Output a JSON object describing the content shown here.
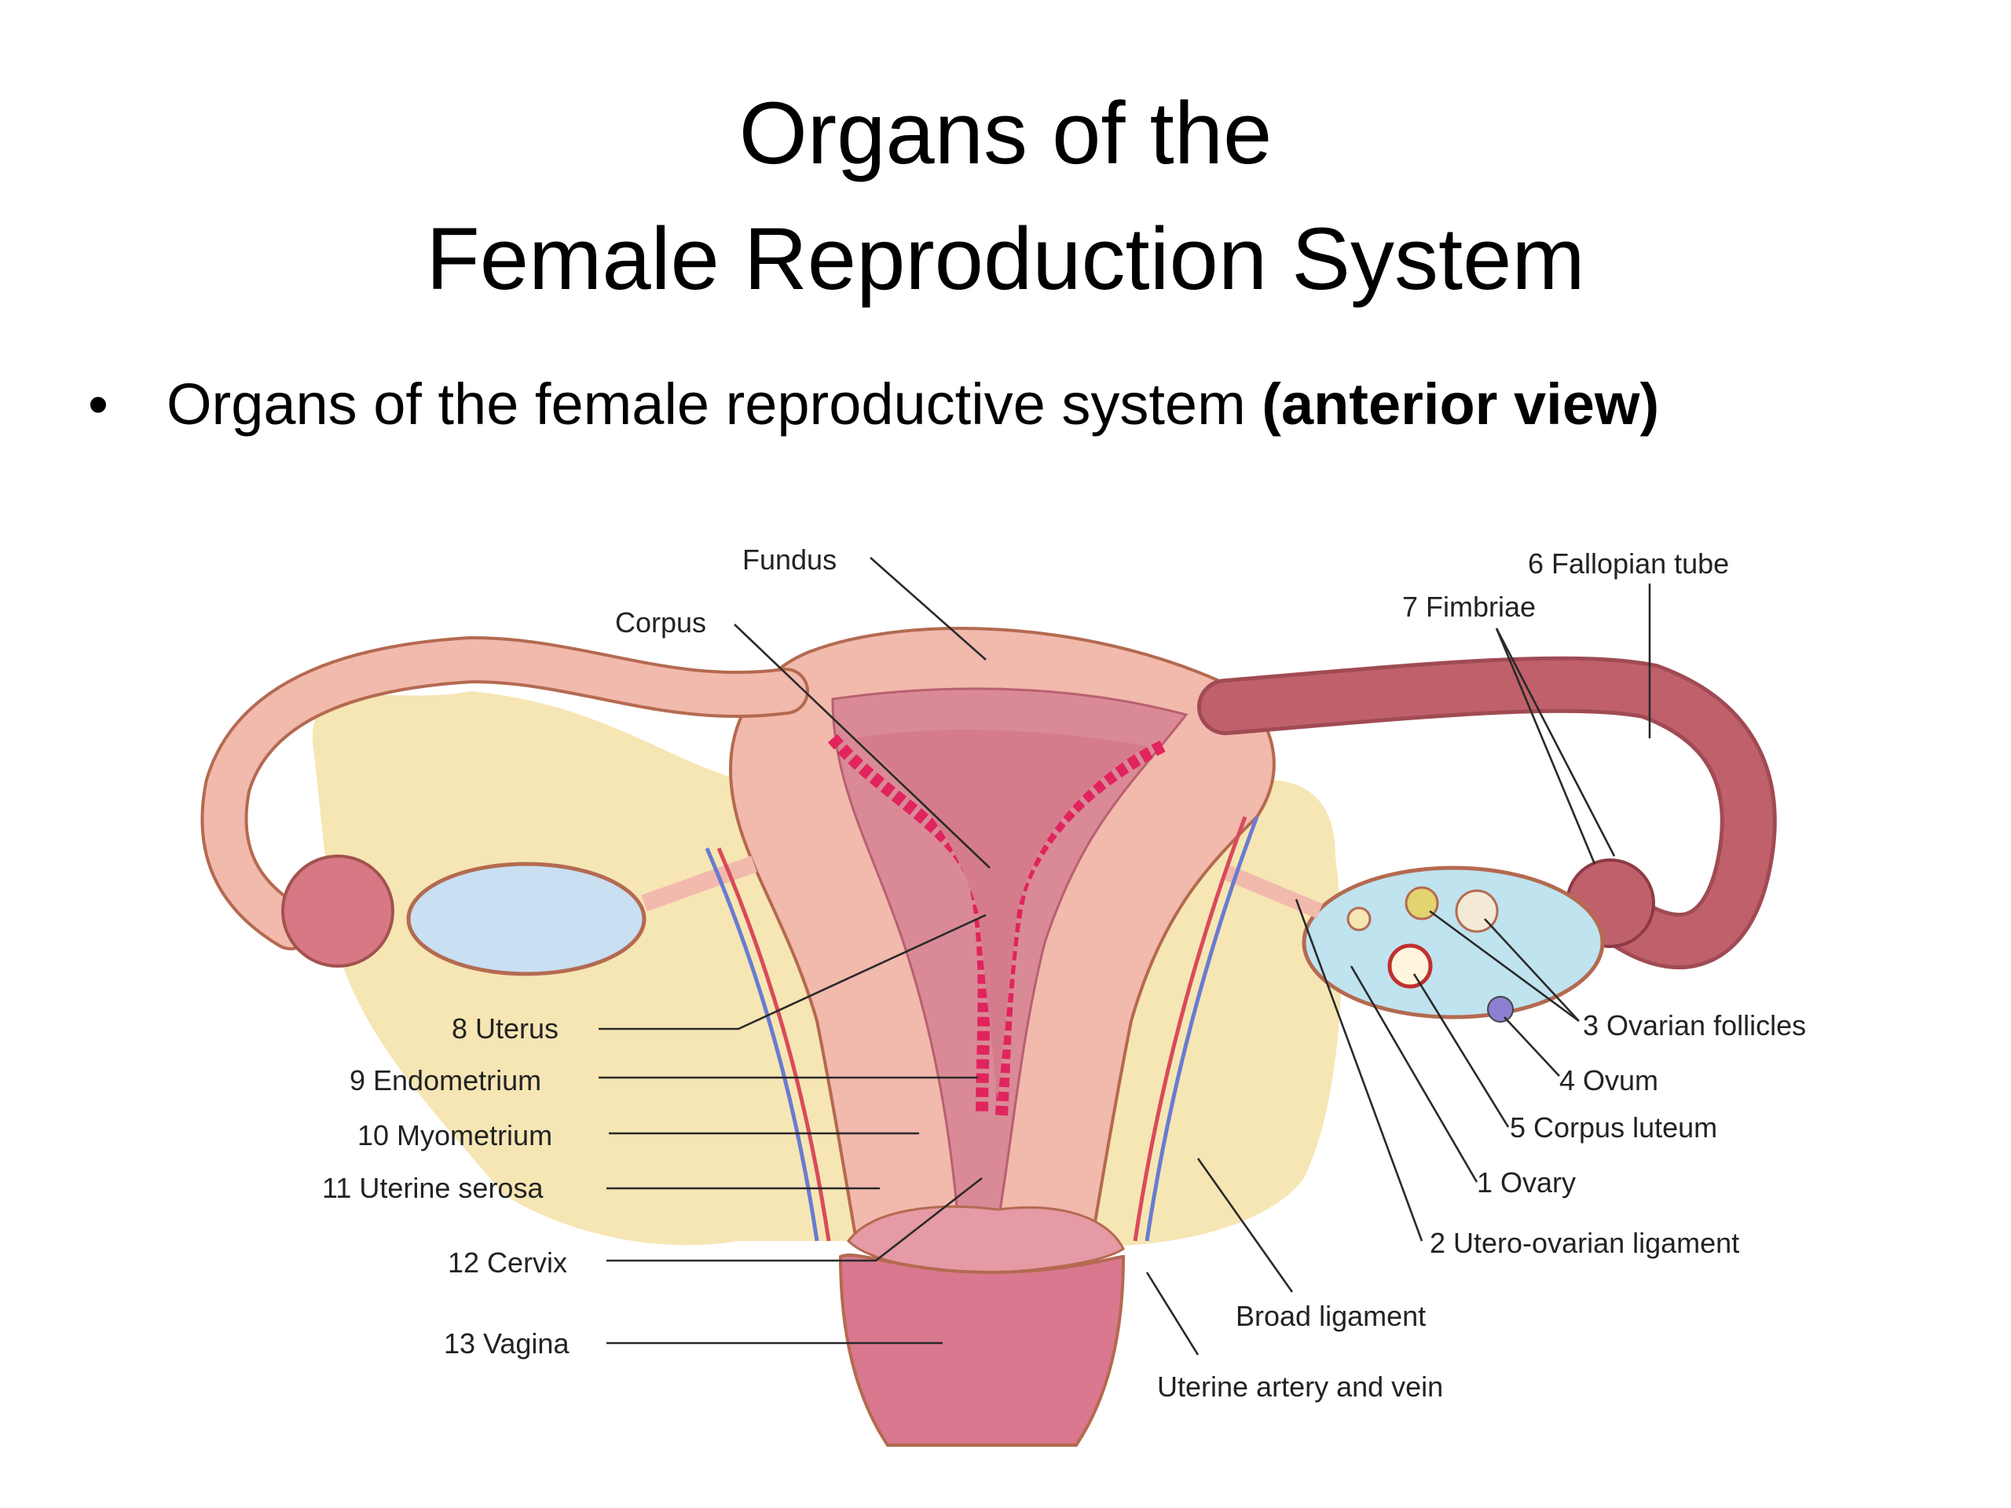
{
  "slide": {
    "title_line1": "Organs of the",
    "title_line2": "Female Reproduction System",
    "bullet_text": "Organs of the female reproductive system ",
    "bullet_bold": "(anterior view)"
  },
  "labels": {
    "fundus": "Fundus",
    "corpus": "Corpus",
    "fallopian_tube": "6 Fallopian tube",
    "fimbriae": "7 Fimbriae",
    "ovarian_follicles": "3 Ovarian follicles",
    "ovum": "4 Ovum",
    "corpus_luteum": "5 Corpus luteum",
    "ovary": "1 Ovary",
    "utero_ovarian_ligament": "2 Utero-ovarian ligament",
    "broad_ligament": "Broad ligament",
    "uterine_artery_vein": "Uterine artery and vein",
    "uterus": "8 Uterus",
    "endometrium": "9 Endometrium",
    "myometrium": "10 Myometrium",
    "uterine_serosa": "11 Uterine serosa",
    "cervix": "12 Cervix",
    "vagina": "13 Vagina"
  },
  "colors": {
    "broad_ligament": "#f6e6b4",
    "uterus_outer": "#f2b9ad",
    "uterus_inner": "#d98a96",
    "endometrium": "#e0245e",
    "fallopian_tube_dark": "#c0606a",
    "ovary_right": "#c9dff2",
    "ovary_left": "#bfe3ef",
    "vessel_blue": "#6a7bd0",
    "vessel_red": "#d94a5a"
  }
}
